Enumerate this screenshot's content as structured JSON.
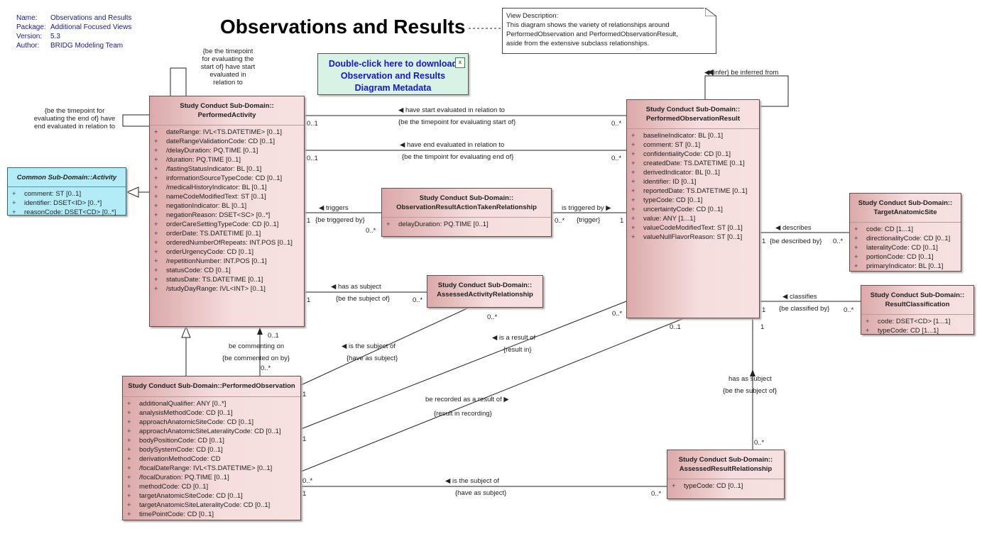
{
  "meta": {
    "name_key": "Name:",
    "name": "Observations and Results",
    "package_key": "Package:",
    "package": "Additional Focused Views",
    "version_key": "Version:",
    "version": "5.3",
    "author_key": "Author:",
    "author": "BRIDG Modeling Team"
  },
  "title": "Observations and Results",
  "note": {
    "line1": "View Description:",
    "line2": "This diagram shows the variety of relationships around",
    "line3": "PerformedObservation and PerformedObservationResult,",
    "line4": "aside from the extensive subclass relationships."
  },
  "download": {
    "line1": "Double-click here to download",
    "line2": "Observation and Results",
    "line3": "Diagram Metadata"
  },
  "classes": {
    "activity": {
      "title1": "Common Sub-Domain::Activity",
      "attrs": [
        "comment: ST [0..1]",
        "identifier: DSET<ID> [0..*]",
        "reasonCode: DSET<CD> [0..*]"
      ]
    },
    "performed_activity": {
      "title1": "Study Conduct Sub-Domain::",
      "title2": "PerformedActivity",
      "attrs": [
        "dateRange: IVL<TS.DATETIME> [0..1]",
        "dateRangeValidationCode: CD [0..1]",
        "/delayDuration: PQ.TIME [0..1]",
        "/duration: PQ.TIME [0..1]",
        "/fastingStatusIndicator: BL [0..1]",
        "informationSourceTypeCode: CD [0..1]",
        "/medicalHistoryIndicator: BL [0..1]",
        "nameCodeModifiedText: ST [0..1]",
        "negationIndicator: BL [0..1]",
        "negationReason: DSET<SC> [0..*]",
        "orderCareSettingTypeCode: CD [0..1]",
        "orderDate: TS.DATETIME [0..1]",
        "orderedNumberOfRepeats: INT.POS [0..1]",
        "orderUrgencyCode: CD [0..1]",
        "/repetitionNumber: INT.POS [0..1]",
        "statusCode: CD [0..1]",
        "statusDate: TS.DATETIME [0..1]",
        "/studyDayRange: IVL<INT> [0..1]"
      ]
    },
    "observation_result": {
      "title1": "Study Conduct Sub-Domain::",
      "title2": "PerformedObservationResult",
      "attrs": [
        "baselineIndicator: BL [0..1]",
        "comment: ST [0..1]",
        "confidentialityCode: CD [0..1]",
        "createdDate: TS.DATETIME [0..1]",
        "derivedIndicator: BL [0..1]",
        "identifier: ID [0..1]",
        "reportedDate: TS.DATETIME [0..1]",
        "typeCode: CD [0..1]",
        "uncertaintyCode: CD [0..1]",
        "value: ANY [1...1]",
        "valueCodeModifiedText: ST [0..1]",
        "valueNullFlavorReason: ST [0..1]"
      ]
    },
    "action_taken": {
      "title1": "Study Conduct Sub-Domain::",
      "title2": "ObservationResultActionTakenRelationship",
      "attrs": [
        "delayDuration: PQ.TIME [0..1]"
      ]
    },
    "assessed_activity": {
      "title1": "Study Conduct Sub-Domain::",
      "title2": "AssessedActivityRelationship",
      "attrs": []
    },
    "anatomic_site": {
      "title1": "Study Conduct Sub-Domain::",
      "title2": "TargetAnatomicSite",
      "attrs": [
        "code: CD [1...1]",
        "directionalityCode: CD [0..1]",
        "lateralityCode: CD [0..1]",
        "portionCode: CD [0..1]",
        "primaryIndicator: BL [0..1]"
      ]
    },
    "classification": {
      "title1": "Study Conduct Sub-Domain::",
      "title2": "ResultClassification",
      "attrs": [
        "code: DSET<CD> [1...1]",
        "typeCode: CD [1...1]"
      ]
    },
    "performed_observation": {
      "title1": "Study Conduct Sub-Domain::PerformedObservation",
      "attrs": [
        "additionalQualifier: ANY [0..*]",
        "analysisMethodCode: CD [0..1]",
        "approachAnatomicSiteCode: CD [0..1]",
        "approachAnatomicSiteLateralityCode: CD [0..1]",
        "bodyPositionCode: CD [0..1]",
        "bodySystemCode: CD [0..1]",
        "derivationMethodCode: CD",
        "/focalDateRange: IVL<TS.DATETIME> [0..1]",
        "/focalDuration: PQ.TIME [0..1]",
        "methodCode: CD [0..1]",
        "targetAnatomicSiteCode: CD [0..1]",
        "targetAnatomicSiteLateralityCode: CD [0..1]",
        "timePointCode: CD [0..1]"
      ]
    },
    "assessed_result": {
      "title1": "Study Conduct Sub-Domain::",
      "title2": "AssessedResultRelationship",
      "attrs": [
        "typeCode: CD [0..1]"
      ]
    }
  },
  "labels": {
    "self_start_1": "{be the timepoint",
    "self_start_2": "for evaluating the",
    "self_start_3": "start of} have start",
    "self_start_4": "evaluated in",
    "self_start_5": "relation to",
    "self_end_1": "{be the timepoint for",
    "self_end_2": "evaluating the end of} have",
    "self_end_3": "end evaluated in relation to",
    "start_fwd": "have start evaluated in relation to",
    "start_rev": "{be the timepoint for evaluating start of}",
    "end_fwd": "have end evaluated in relation to",
    "end_rev": "{be the timpoint for evaluating end of}",
    "triggers": "triggers",
    "triggered_by": "{be triggered by}",
    "is_triggered_by": "is triggered by",
    "trigger": "{trigger}",
    "has_subject": "has as subject",
    "be_subject_of": "{be the subject of}",
    "is_subject_of": "is the subject of",
    "have_subject": "{have as subject}",
    "commenting_on": "be commenting on",
    "commented_on_by": "{be commented on by}",
    "result_of": "is a result of",
    "result_in": "{result in}",
    "recorded_result": "be recorded as a result of",
    "result_recording": "{result in recording}",
    "infer": "{infer} be inferred from",
    "describes": "describes",
    "described_by": "{be described by}",
    "classifies": "classifies",
    "classified_by": "{be classified by}",
    "res_has_subject": "has as subject",
    "res_be_subject_of": "{be the subject of}",
    "obs_is_subject_of": "is the subject of",
    "obs_have_subject": "{have as subject}"
  },
  "mult": {
    "m01": "0..1",
    "m0s": "0..*",
    "m1": "1"
  }
}
